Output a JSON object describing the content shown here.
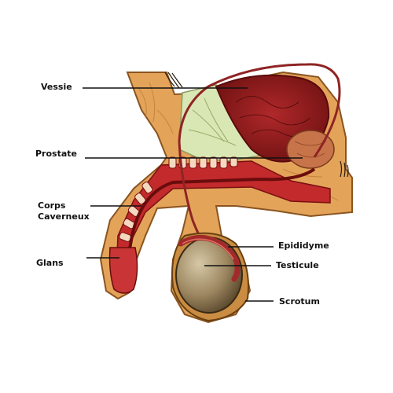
{
  "labels": {
    "vessie": "Vessie",
    "prostate": "Prostate",
    "corps_line1": "Corps",
    "corps_line2": "Caverneux",
    "glans": "Glans",
    "epididyme": "Epididyme",
    "testicule": "Testicule",
    "scrotum": "Scrotum"
  },
  "colors": {
    "skin": "#e0a050",
    "skin_dark": "#a0662a",
    "tissue_red": "#c0282a",
    "bladder": "#8a1a1c",
    "vas_deferens": "#9a2a2a",
    "gland_green": "#d7e6b3",
    "testis": "#8a7550",
    "leader_line": "#111111"
  }
}
